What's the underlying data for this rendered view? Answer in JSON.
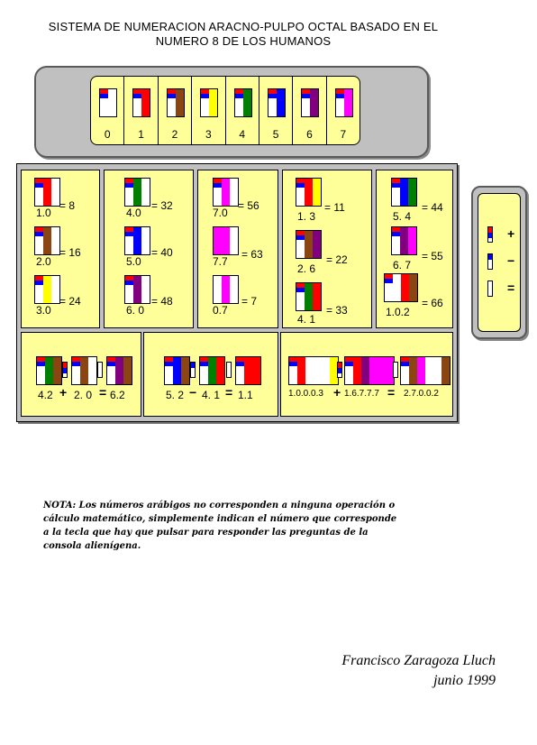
{
  "title_line1": "SISTEMA DE NUMERACION ARACNO-PULPO OCTAL BASADO EN EL",
  "title_line2": "NUMERO 8 DE LOS HUMANOS",
  "colors": {
    "red": "#ff0000",
    "blue": "#0000ff",
    "yellow": "#ffff00",
    "brown": "#8b4513",
    "green": "#008000",
    "purple": "#800080",
    "magenta": "#ff00ff",
    "white": "#ffffff"
  },
  "digits": [
    {
      "label": "0",
      "cols": [
        [
          "red",
          "blue",
          "white"
        ],
        [
          "white",
          "white",
          "white"
        ]
      ]
    },
    {
      "label": "1",
      "cols": [
        [
          "red",
          "blue",
          "white"
        ],
        [
          "red",
          "red",
          "red"
        ]
      ]
    },
    {
      "label": "2",
      "cols": [
        [
          "red",
          "blue",
          "white"
        ],
        [
          "brown",
          "brown",
          "brown"
        ]
      ]
    },
    {
      "label": "3",
      "cols": [
        [
          "red",
          "blue",
          "white"
        ],
        [
          "yellow",
          "yellow",
          "yellow"
        ]
      ]
    },
    {
      "label": "4",
      "cols": [
        [
          "red",
          "blue",
          "white"
        ],
        [
          "green",
          "green",
          "green"
        ]
      ]
    },
    {
      "label": "5",
      "cols": [
        [
          "red",
          "blue",
          "white"
        ],
        [
          "blue",
          "blue",
          "blue"
        ]
      ]
    },
    {
      "label": "6",
      "cols": [
        [
          "red",
          "blue",
          "white"
        ],
        [
          "purple",
          "purple",
          "purple"
        ]
      ]
    },
    {
      "label": "7",
      "cols": [
        [
          "red",
          "blue",
          "white"
        ],
        [
          "magenta",
          "magenta",
          "magenta"
        ]
      ]
    }
  ],
  "examples": [
    {
      "text": "1.0",
      "value": "= 8"
    },
    {
      "text": "2.0",
      "value": "= 16"
    },
    {
      "text": "3.0",
      "value": "= 24"
    },
    {
      "text": "4.0",
      "value": "= 32"
    },
    {
      "text": "5.0",
      "value": "= 40"
    },
    {
      "text": "6. 0",
      "value": "=  48"
    },
    {
      "text": "7.0",
      "value": "= 56"
    },
    {
      "text": "7.7",
      "value": "= 63"
    },
    {
      "text": "0.7",
      "value": "= 7"
    },
    {
      "text": "1. 3",
      "value": "= 11"
    },
    {
      "text": "2. 6",
      "value": "=  22"
    },
    {
      "text": "4. 1",
      "value": "=  33"
    },
    {
      "text": "5. 4",
      "value": "=  44"
    },
    {
      "text": "6. 7",
      "value": "=  55"
    },
    {
      "text": "1.0.2",
      "value": "=  66"
    }
  ],
  "operations": [
    {
      "a": "4.2",
      "op": "+",
      "b": "2. 0",
      "eq": "=",
      "r": "6.2"
    },
    {
      "a": "5. 2",
      "op": "−",
      "b": "4. 1",
      "eq": "=",
      "r": "1.1"
    },
    {
      "a": "1.0.0.0.3",
      "op": "+",
      "b": "1.6.7.7.7",
      "eq": "=",
      "r": "2.7.0.0.2"
    }
  ],
  "legend": [
    {
      "sym": "+"
    },
    {
      "sym": "−"
    },
    {
      "sym": "="
    }
  ],
  "note": "NOTA: Los números arábigos no corresponden a ninguna operación o cálculo matemático, simplemente indican el número que corresponde a la tecla que hay que pulsar para responder las preguntas de la consola alienígena.",
  "signature_name": "Francisco Zaragoza Lluch",
  "signature_date": "junio 1999"
}
